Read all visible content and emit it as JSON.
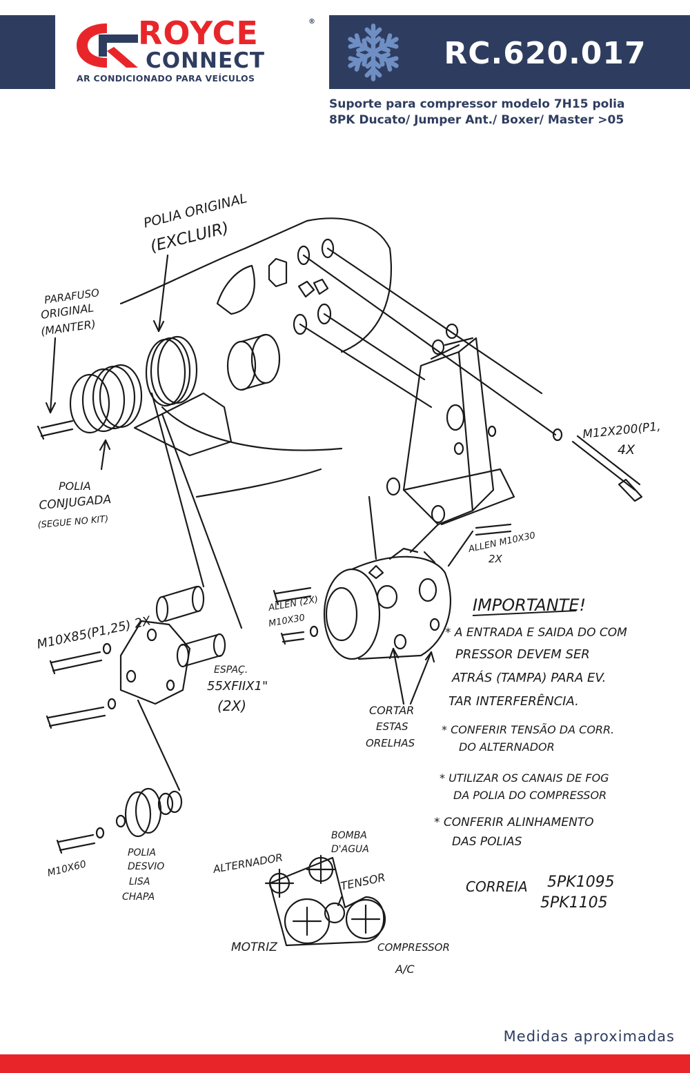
{
  "header": {
    "brand_name": "ROYCE",
    "brand_sub": "CONNECT",
    "registered_mark": "®",
    "tagline": "AR CONDICIONADO PARA VEÍCULOS",
    "product_code": "RC.620.017",
    "colors": {
      "navy": "#2e3d5f",
      "red": "#e8262a",
      "snowflake": "#6f8fc4"
    }
  },
  "description": {
    "line1": "Suporte para compressor modelo 7H15 polia",
    "line2": "8PK Ducato/ Jumper Ant./ Boxer/ Master >05"
  },
  "drawing": {
    "labels": {
      "polia_original_1": "POLIA ORIGINAL",
      "polia_original_2": "(EXCLUIR)",
      "parafuso_1": "PARAFUSO",
      "parafuso_2": "ORIGINAL",
      "parafuso_3": "(MANTER)",
      "polia_conjugada_1": "POLIA",
      "polia_conjugada_2": "CONJUGADA",
      "polia_conjugada_3": "(SEGUE NO KIT)",
      "m12": "M12X200(P1,",
      "m12_qty": "4X",
      "allen_m10x30_top": "ALLEN M10X30",
      "allen_qty": "2X",
      "m10x85": "M10X85(P1,25) 2X",
      "allen_2x": "ALLEN (2X)",
      "m10x30": "M10X30",
      "espac_1": "ESPAÇ.",
      "espac_2": "55XFIIX1\"",
      "espac_3": "(2X)",
      "cortar_1": "CORTAR",
      "cortar_2": "ESTAS",
      "cortar_3": "ORELHAS",
      "m10x60": "M10X60",
      "polia_desvio_1": "POLIA",
      "polia_desvio_2": "DESVIO",
      "polia_desvio_3": "LISA",
      "polia_desvio_4": "CHAPA",
      "bomba_1": "BOMBA",
      "bomba_2": "D'AGUA",
      "alternador": "ALTERNADOR",
      "tensor": "TENSOR",
      "motriz": "MOTRIZ",
      "compressor_1": "COMPRESSOR",
      "compressor_2": "A/C",
      "correia_label": "CORREIA",
      "correia_1": "5PK1095",
      "correia_2": "5PK1105"
    },
    "notes": {
      "title": "IMPORTANTE!",
      "n1_l1": "* A ENTRADA E SAIDA DO COM",
      "n1_l2": "PRESSOR DEVEM SER",
      "n1_l3": "ATRÁS (TAMPA) PARA EV.",
      "n1_l4": "TAR INTERFERÊNCIA.",
      "n2_l1": "* CONFERIR TENSÃO DA CORR.",
      "n2_l2": "DO ALTERNADOR",
      "n3_l1": "* UTILIZAR OS CANAIS DE FOG",
      "n3_l2": "DA POLIA DO COMPRESSOR",
      "n4_l1": "* CONFERIR ALINHAMENTO",
      "n4_l2": "DAS POLIAS"
    }
  },
  "footer": {
    "note": "Medidas aproximadas",
    "colors": {
      "bar": "#e8262a"
    }
  }
}
